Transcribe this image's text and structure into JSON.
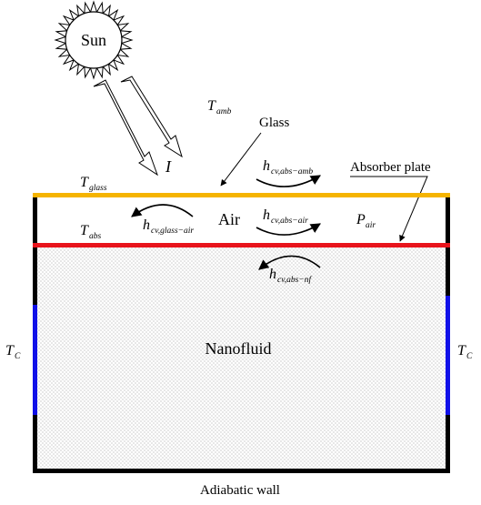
{
  "labels": {
    "sun": "Sun",
    "t_amb_main": "T",
    "t_amb_sub": "amb",
    "glass": "Glass",
    "irradiance": "I",
    "h_abs_amb_main": "h",
    "h_abs_amb_sub": "cv,abs−amb",
    "absorber_plate": "Absorber plate",
    "t_glass_main": "T",
    "t_glass_sub": "glass",
    "h_glass_air_main": "h",
    "h_glass_air_sub": "cv,glass−air",
    "air": "Air",
    "h_abs_air_main": "h",
    "h_abs_air_sub": "cv,abs−air",
    "p_air_main": "P",
    "p_air_sub": "air",
    "t_abs_main": "T",
    "t_abs_sub": "abs",
    "h_abs_nf_main": "h",
    "h_abs_nf_sub": "cv,abs−nf",
    "t_c_left_main": "T",
    "t_c_left_sub": "C",
    "t_c_right_main": "T",
    "t_c_right_sub": "C",
    "nanofluid": "Nanofluid",
    "adiabatic_wall": "Adiabatic wall"
  },
  "colors": {
    "glass": "#f5b400",
    "absorber": "#e8141c",
    "cold_wall": "#1010e8",
    "wall": "#000000"
  }
}
